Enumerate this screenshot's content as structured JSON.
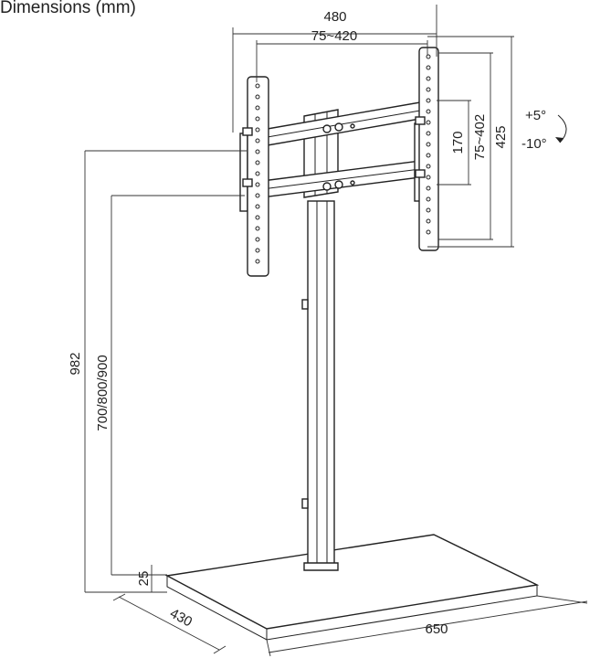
{
  "title": "Dimensions (mm)",
  "dimensions": {
    "vesa_width_max": "480",
    "vesa_width_range": "75~420",
    "vesa_height_range": "75~402",
    "panel_height": "425",
    "bracket_spacing": "170",
    "total_height": "982",
    "mount_heights": "700/800/900",
    "base_thickness": "25",
    "base_depth": "430",
    "base_width": "650"
  },
  "tilt": {
    "up": "+5°",
    "down": "-10°"
  }
}
